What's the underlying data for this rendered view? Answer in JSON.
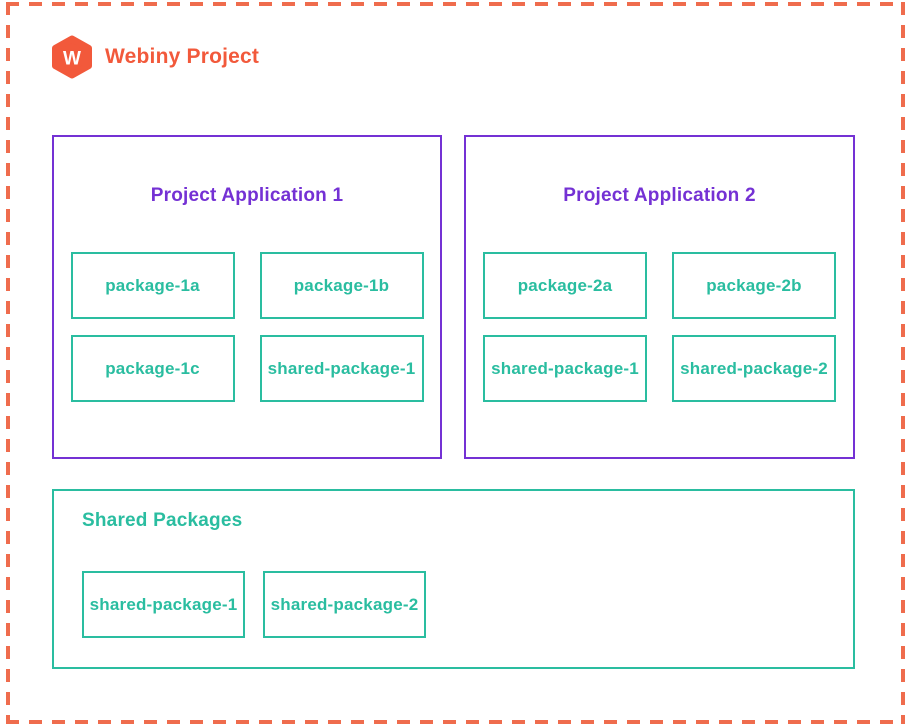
{
  "header": {
    "logo_letter": "W",
    "title": "Webiny Project"
  },
  "applications": [
    {
      "title": "Project Application 1",
      "packages": [
        "package-1a",
        "package-1b",
        "package-1c",
        "shared-package-1"
      ]
    },
    {
      "title": "Project Application 2",
      "packages": [
        "package-2a",
        "package-2b",
        "shared-package-1",
        "shared-package-2"
      ]
    }
  ],
  "shared_section": {
    "title": "Shared Packages",
    "packages": [
      "shared-package-1",
      "shared-package-2"
    ]
  },
  "colors": {
    "brand_orange": "#f2593b",
    "border_dash_orange": "#ef6c4d",
    "application_purple": "#7431d4",
    "package_teal": "#2abda0"
  }
}
